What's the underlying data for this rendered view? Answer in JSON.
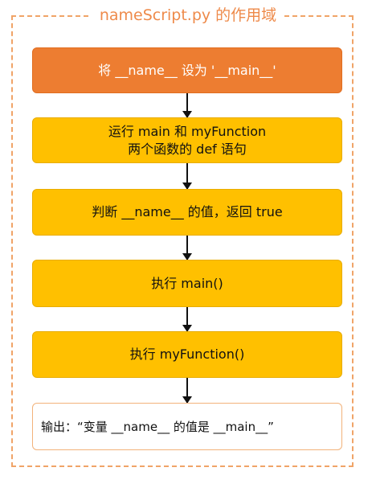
{
  "title": "nameScript.py 的作用域",
  "steps": {
    "s1": "将 __name__ 设为 '__main__'",
    "s2_line1": "运行 main 和 myFunction",
    "s2_line2": "两个函数的 def 语句",
    "s3": "判断 __name__ 的值，返回 true",
    "s4": "执行 main()",
    "s5": "执行 myFunction()",
    "output": "输出：“变量 __name__ 的值是 __main__”"
  },
  "colors": {
    "frame_border": "#f0a468",
    "title": "#ee8a4a",
    "first_step": "#ed7d31",
    "step": "#ffc000",
    "output_border": "#f2b27a"
  }
}
